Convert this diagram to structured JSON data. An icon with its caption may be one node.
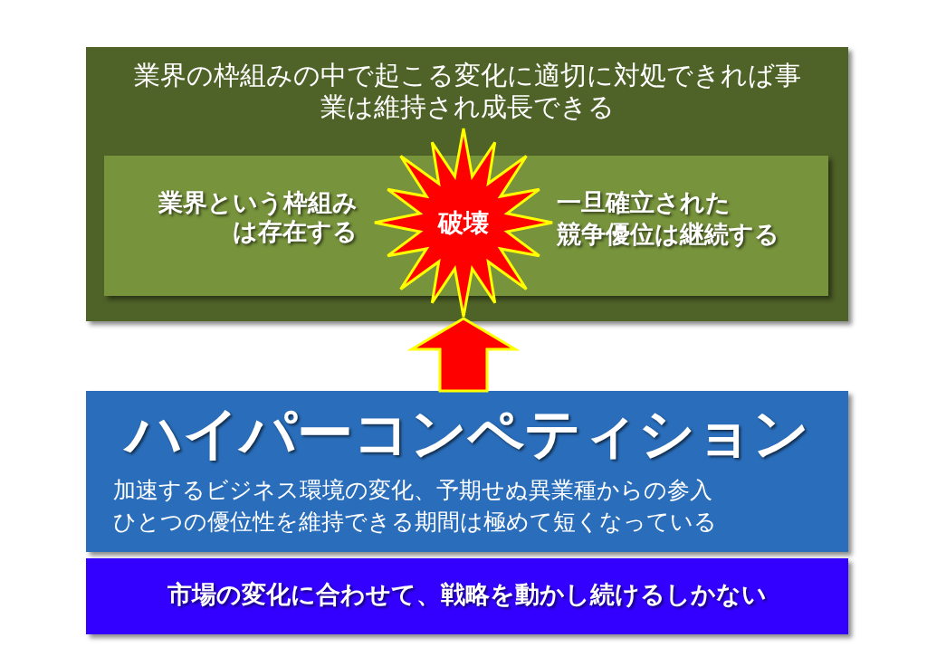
{
  "diagram": {
    "nodes": [
      {
        "text": [
          "業界の枠組みの中で起こる変化に適切に対処できれば事業は維持され成長できる"
        ]
      },
      {
        "text": [
          "業界という枠組みは存在する",
          "一旦確立された",
          "競争優位は継続する"
        ],
        "in": 0
      },
      {
        "text": [
          "破壊"
        ],
        "in": 0
      },
      {
        "text": [
          "ハイパーコンペティション",
          "加速するビジネス環境の変化、予期せぬ異業種からの参入",
          "ひとつの優位性を維持できる期間は極めて短くなっている"
        ]
      },
      {
        "text": [
          "市場の変化に合わせて、戦略を動かし続けるしかない"
        ]
      }
    ],
    "edges": [
      {
        "from": 3,
        "to": 2,
        "arrow": "to",
        "style": "thick",
        "color": "#ff0000"
      }
    ]
  }
}
